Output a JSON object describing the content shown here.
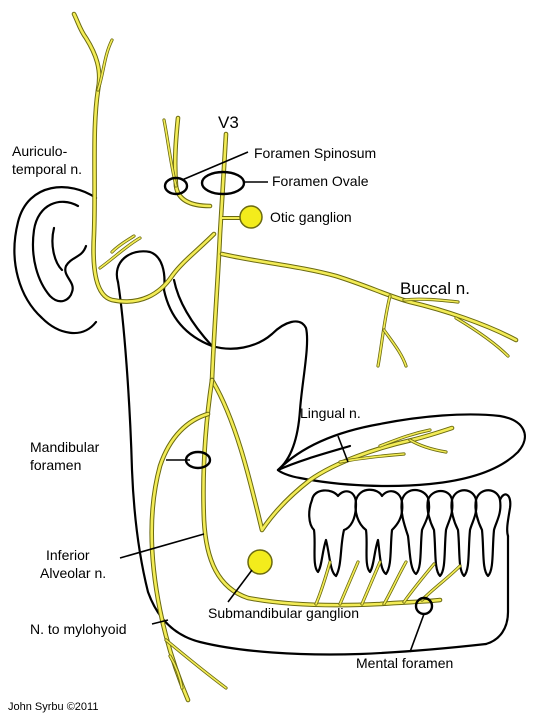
{
  "colors": {
    "nerve_fill": "#f3ec56",
    "nerve_edge": "#6b6a10",
    "ganglion": "#f3ec1c",
    "outline": "#000000"
  },
  "labels": {
    "v3": "V3",
    "auriculo_line1": "Auriculo-",
    "auriculo_line2": "temporal n.",
    "foramen_spinosum": "Foramen Spinosum",
    "foramen_ovale": "Foramen Ovale",
    "otic_ganglion": "Otic ganglion",
    "buccal": "Buccal n.",
    "lingual": "Lingual n.",
    "mandibular_line1": "Mandibular",
    "mandibular_line2": "foramen",
    "inferior_line1": "Inferior",
    "inferior_line2": "Alveolar n.",
    "mylohyoid": "N. to mylohyoid",
    "submandibular": "Submandibular ganglion",
    "mental": "Mental foramen",
    "credit": "John Syrbu ©2011"
  }
}
